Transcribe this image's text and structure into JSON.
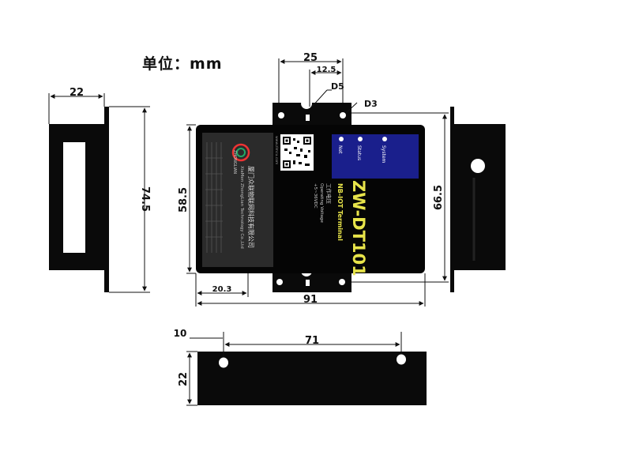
{
  "unit_label": "单位：mm",
  "dimensions": {
    "side_width": "22",
    "side_height": "74.5",
    "top_bracket_width": "25",
    "top_hole_offset": "12.5",
    "hole_d5": "D5",
    "hole_d3": "D3",
    "front_height": "58.5",
    "front_width": "91",
    "front_offset": "20.3",
    "right_height": "66.5",
    "bottom_margin": "10",
    "bottom_hole_span": "71",
    "bottom_height": "22"
  },
  "device": {
    "model": "ZW-DT101",
    "subtitle": "NB-IOT  Terminal",
    "power_label_cn": "工作电压",
    "power_label_en": "Operating Voltage",
    "power_value": "+5~36VDC",
    "company_cn": "厦门众联物联网科技有限公司",
    "company_en": "XiaMen ZhongLian Technology Co.,Ltd",
    "indicators": [
      "System",
      "Status",
      "Net"
    ],
    "brand": "ZHONGLIAN",
    "website": "www.zlmcu.com"
  },
  "colors": {
    "panel_dark": "#222222",
    "panel_black": "#050505",
    "label_blue": "#1a1f8c",
    "model_yellow": "#e8e44a"
  }
}
